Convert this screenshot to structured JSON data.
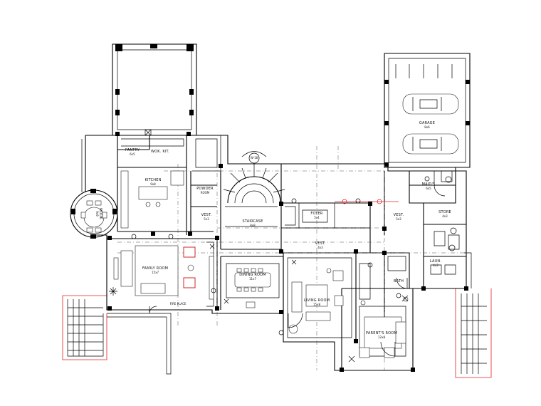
{
  "plan": {
    "rooms": [
      {
        "id": "pantry",
        "label": "PANTRY",
        "area": "6x5"
      },
      {
        "id": "wok-kit",
        "label": "WOK. KIT.",
        "area": ""
      },
      {
        "id": "kitchen",
        "label": "KITCHEN",
        "area": "9x8"
      },
      {
        "id": "powder",
        "label": "POWDER",
        "area": "ROOM"
      },
      {
        "id": "nook",
        "label": "NOOK",
        "area": "9x9"
      },
      {
        "id": "vest-1",
        "label": "VEST.",
        "area": "5x3"
      },
      {
        "id": "staircase",
        "label": "STAIRCASE",
        "area": "8x8"
      },
      {
        "id": "foyer",
        "label": "FOYER",
        "area": "5x4"
      },
      {
        "id": "family-room",
        "label": "FAMILY ROOM",
        "area": "15x7"
      },
      {
        "id": "dining-room",
        "label": "DINING ROOM",
        "area": "11x7"
      },
      {
        "id": "vest-2",
        "label": "VEST.",
        "area": "4x3"
      },
      {
        "id": "living-room",
        "label": "LIVING ROOM",
        "area": "15x8"
      },
      {
        "id": "garage",
        "label": "GARAGE",
        "area": "8x6"
      },
      {
        "id": "maids",
        "label": "MAID'S",
        "area": "6x5"
      },
      {
        "id": "vest-3",
        "label": "VEST.",
        "area": "5x3"
      },
      {
        "id": "store",
        "label": "STORE",
        "area": "4x3"
      },
      {
        "id": "laun",
        "label": "LAUN.",
        "area": "4x3"
      },
      {
        "id": "bath",
        "label": "BATH",
        "area": ""
      },
      {
        "id": "parents-room",
        "label": "PARENT'S ROOM",
        "area": "12x8"
      }
    ],
    "marks": {
      "wine": "W-18",
      "fireplace": "FIRE PLACE"
    },
    "colors": {
      "ink": "#000000",
      "redline": "#e02020",
      "furniture_accent": "#cc2a2a"
    }
  }
}
